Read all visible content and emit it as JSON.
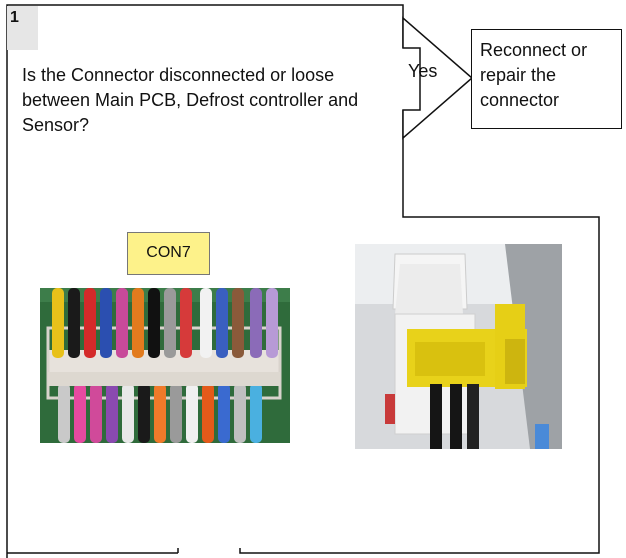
{
  "step": {
    "number": "1"
  },
  "question": {
    "text": "Is the Connector disconnected or loose between Main PCB, Defrost controller and Sensor?"
  },
  "branch": {
    "yes_label": "Yes"
  },
  "action": {
    "text": "Reconnect or repair the connector"
  },
  "figure": {
    "connector_label": "CON7"
  },
  "colors": {
    "con_label_fill": "#fdf28a",
    "plug_yellow": "#e8d21a",
    "pcb_green": "#2f6b3b"
  }
}
